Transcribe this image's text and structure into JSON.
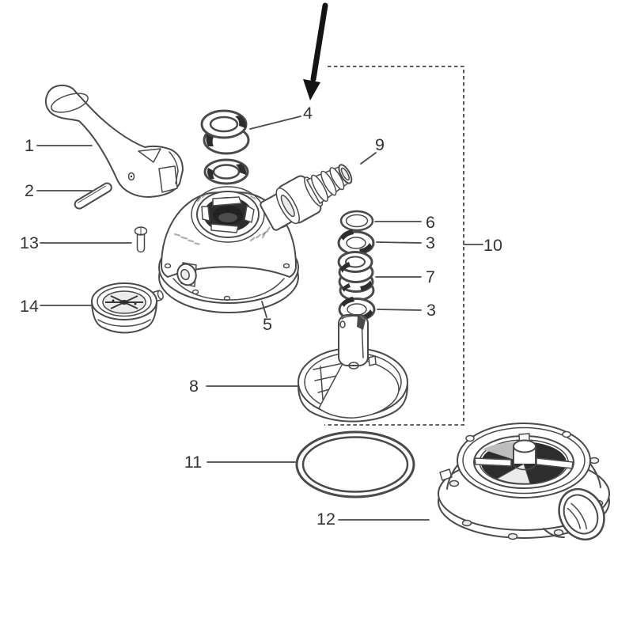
{
  "figure": {
    "type": "exploded-parts-diagram",
    "subject": "Valve assembly exploded view line drawing",
    "background_color": "#ffffff",
    "line_color": "#4a4a4a",
    "dark_fill_color": "#2d2d2d",
    "label_color": "#333333",
    "arrow_color": "#141414",
    "callouts": [
      {
        "id": "part-1",
        "text": "1"
      },
      {
        "id": "part-2",
        "text": "2"
      },
      {
        "id": "part-13",
        "text": "13"
      },
      {
        "id": "part-14",
        "text": "14"
      },
      {
        "id": "part-4",
        "text": "4"
      },
      {
        "id": "part-9",
        "text": "9"
      },
      {
        "id": "part-6",
        "text": "6"
      },
      {
        "id": "part-3-upper",
        "text": "3"
      },
      {
        "id": "part-7",
        "text": "7"
      },
      {
        "id": "part-3-lower",
        "text": "3"
      },
      {
        "id": "part-5",
        "text": "5"
      },
      {
        "id": "part-8",
        "text": "8"
      },
      {
        "id": "part-10-group",
        "text": "10"
      },
      {
        "id": "part-11",
        "text": "11"
      },
      {
        "id": "part-12",
        "text": "12"
      }
    ]
  }
}
